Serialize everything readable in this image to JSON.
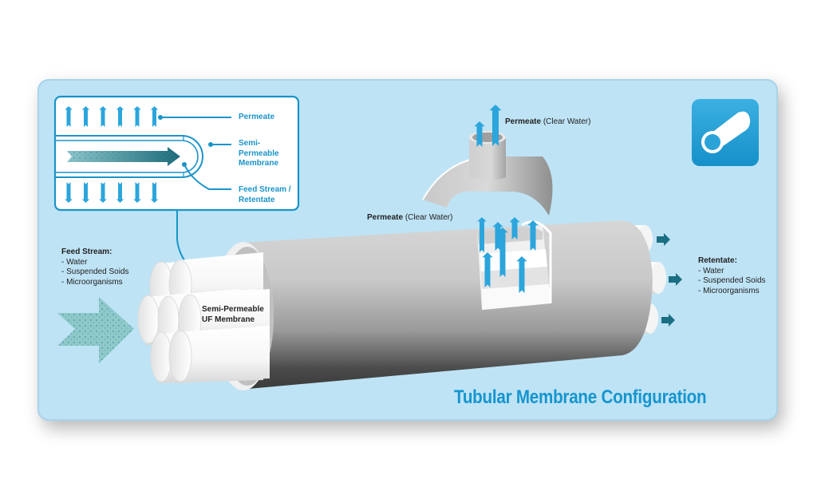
{
  "title": "Tubular Membrane Configuration",
  "colors": {
    "panel_bg": "#bee3f5",
    "accent_blue": "#1a94c9",
    "arrow_blue": "#2ba5dc",
    "retentate_arrow": "#1a6f82",
    "title_blue": "#1695cf"
  },
  "inset": {
    "labels": {
      "permeate": "Permeate",
      "membrane_line1": "Semi-",
      "membrane_line2": "Permeable",
      "membrane_line3": "Membrane",
      "feed_line1": "Feed Stream /",
      "feed_line2": "Retentate"
    },
    "up_arrow_count": 6,
    "down_arrow_count": 6
  },
  "feed_stream": {
    "heading": "Feed Stream:",
    "items": [
      "- Water",
      "- Suspended Soids",
      "- Microorganisms"
    ]
  },
  "retentate": {
    "heading": "Retentate:",
    "items": [
      "- Water",
      "- Suspended Soids",
      "- Microorganisms"
    ]
  },
  "membrane_label": {
    "line1": "Semi-Permeable",
    "line2": "UF Membrane"
  },
  "permeate_top": {
    "bold": "Permeate",
    "paren": "(Clear Water)"
  },
  "permeate_mid": {
    "bold": "Permeate",
    "paren": "(Clear Water)"
  },
  "icon": {
    "name": "tube-icon"
  }
}
